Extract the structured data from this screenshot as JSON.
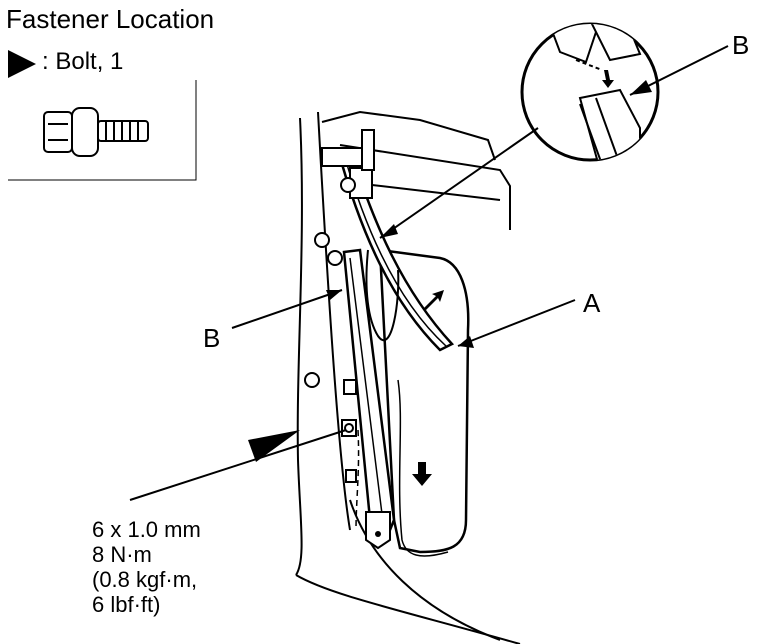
{
  "legend": {
    "title": "Fastener Location",
    "bolt_label": ": Bolt, 1",
    "bolt_symbol": "triangle-arrow-icon"
  },
  "callouts": {
    "a": "A",
    "b_top": "B",
    "b_left": "B"
  },
  "spec": {
    "line1": "6 x 1.0 mm",
    "line2": "8 N·m",
    "line3": "(0.8 kgf·m,",
    "line4": "6 lbf·ft)"
  }
}
